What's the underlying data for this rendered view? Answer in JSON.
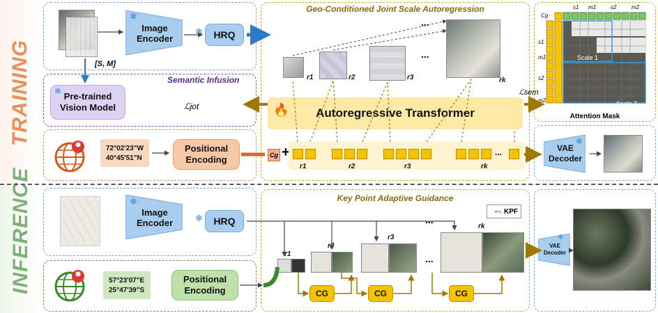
{
  "side_labels": {
    "training": "TRAINING",
    "inference": "INFERENCE"
  },
  "training": {
    "image_encoder": "Image\nEncoder",
    "hrq": "HRQ",
    "sm_label": "[S, M]",
    "semantic_infusion": "Semantic Infusion",
    "pretrained_model": "Pre-trained\nVision Model",
    "loss_jot": "ℒjot",
    "coordinates": [
      "72°02'23\"W",
      "40°45'51\"N"
    ],
    "positional_encoding": "Positional\nEncoding",
    "geo_title": "Geo-Conditioned Joint Scale Autoregression",
    "transformer": "Autoregressive Transformer",
    "loss_sem": "ℒsem",
    "cg_token": "Cg",
    "scales": [
      "r1",
      "r2",
      "r3",
      "rk"
    ],
    "ellipsis": "...",
    "attention_mask": {
      "title": "Attention Mask",
      "cg": "Cg",
      "col_labels": [
        "s1",
        "m1",
        "s2",
        "m2"
      ],
      "row_labels": [
        "s1",
        "m1",
        "s2",
        "m2"
      ],
      "scale1": "Scale 1",
      "scale2": "Scale 2"
    },
    "vae_decoder": "VAE\nDecoder"
  },
  "inference": {
    "image_encoder": "Image\nEncoder",
    "hrq": "HRQ",
    "coordinates": [
      "57°23'07\"E",
      "25°47'39\"S"
    ],
    "positional_encoding": "Positional\nEncoding",
    "kpag_title": "Key Point Adaptive Guidance",
    "kpf": "KPF",
    "cg": "CG",
    "scales": [
      "r1",
      "r2",
      "r3",
      "rk"
    ],
    "vae_decoder": "VAE\nDecoder"
  },
  "colors": {
    "training_side": "#e8905a",
    "inference_side": "#7fb07a",
    "token": "#f5c400",
    "encoder": "#a9cdee",
    "transformer": "#fce9a6",
    "positional_train": "#f8c9a6",
    "positional_infer": "#bfe0a8"
  }
}
